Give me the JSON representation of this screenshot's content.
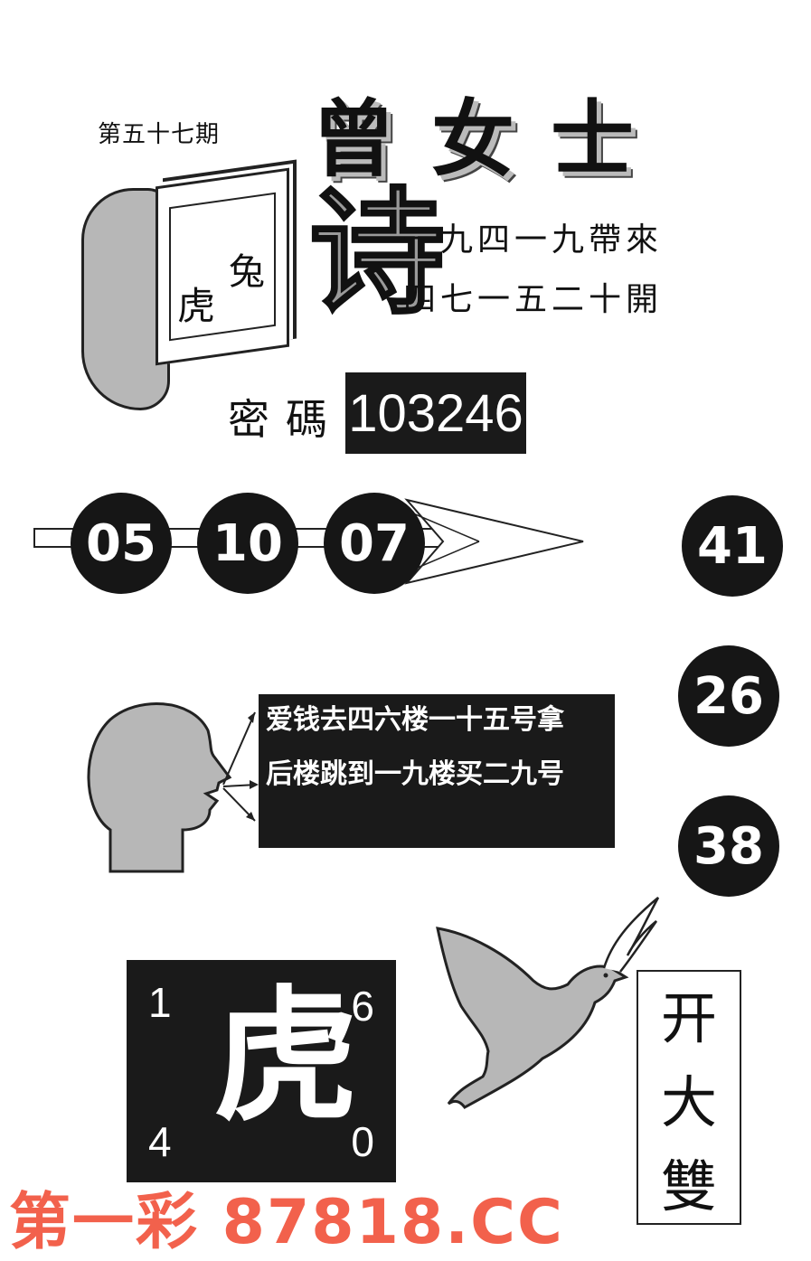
{
  "header": {
    "issue": "第五十七期",
    "title": "曾女士"
  },
  "card": {
    "top_char": "兔",
    "bottom_char": "虎"
  },
  "poem": {
    "title_char": "诗",
    "line1": "一九四一九帶來",
    "line2": "四七一五二十開"
  },
  "password": {
    "label": "密碼",
    "value": "103246"
  },
  "balls_row": [
    "05",
    "10",
    "07"
  ],
  "balls_column": [
    "41",
    "26",
    "38"
  ],
  "speech": {
    "line1": "爱钱去四六楼一十五号拿",
    "line2": "后楼跳到一九楼买二九号"
  },
  "tiger_box": {
    "char": "虎",
    "top_left": "1",
    "top_right": "6",
    "bottom_left": "4",
    "bottom_right": "0"
  },
  "vertical_box": [
    "开",
    "大",
    "雙"
  ],
  "watermark": "第一彩 87818.CC",
  "colors": {
    "ink": "#111111",
    "block": "#1a1a1a",
    "grey_fill": "#b7b7b7",
    "watermark": "#f2614c"
  }
}
